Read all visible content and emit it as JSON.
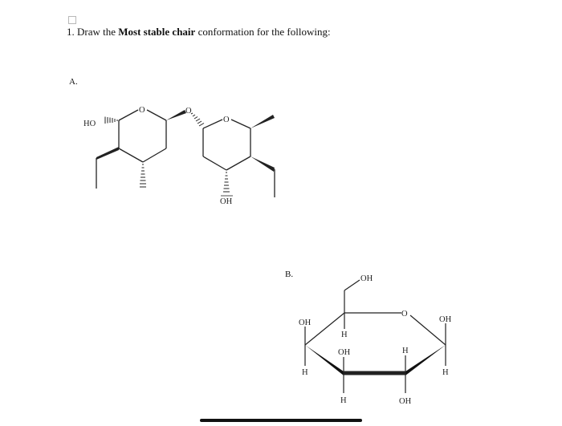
{
  "checkbox": {
    "checked": false
  },
  "question": {
    "number": "1.",
    "prefix": "Draw the",
    "emphasis": "Most stable chair",
    "suffix": "conformation for the following:"
  },
  "part_a": {
    "label": "A.",
    "atoms": {
      "ho_left": "HO",
      "ring1_o": "O",
      "glycosidic_o": "O",
      "ring2_o": "O",
      "oh_bottom": "OH"
    }
  },
  "part_b": {
    "label": "B.",
    "atoms": {
      "ch2oh": "OH",
      "ring_o": "O",
      "c1_oh": "OH",
      "c1_h": "H",
      "c4_oh": "OH",
      "c4_h": "H",
      "c5_h": "H",
      "c3_oh": "OH",
      "c3_h": "H",
      "c2_h": "H",
      "c2_oh": "OH"
    }
  }
}
